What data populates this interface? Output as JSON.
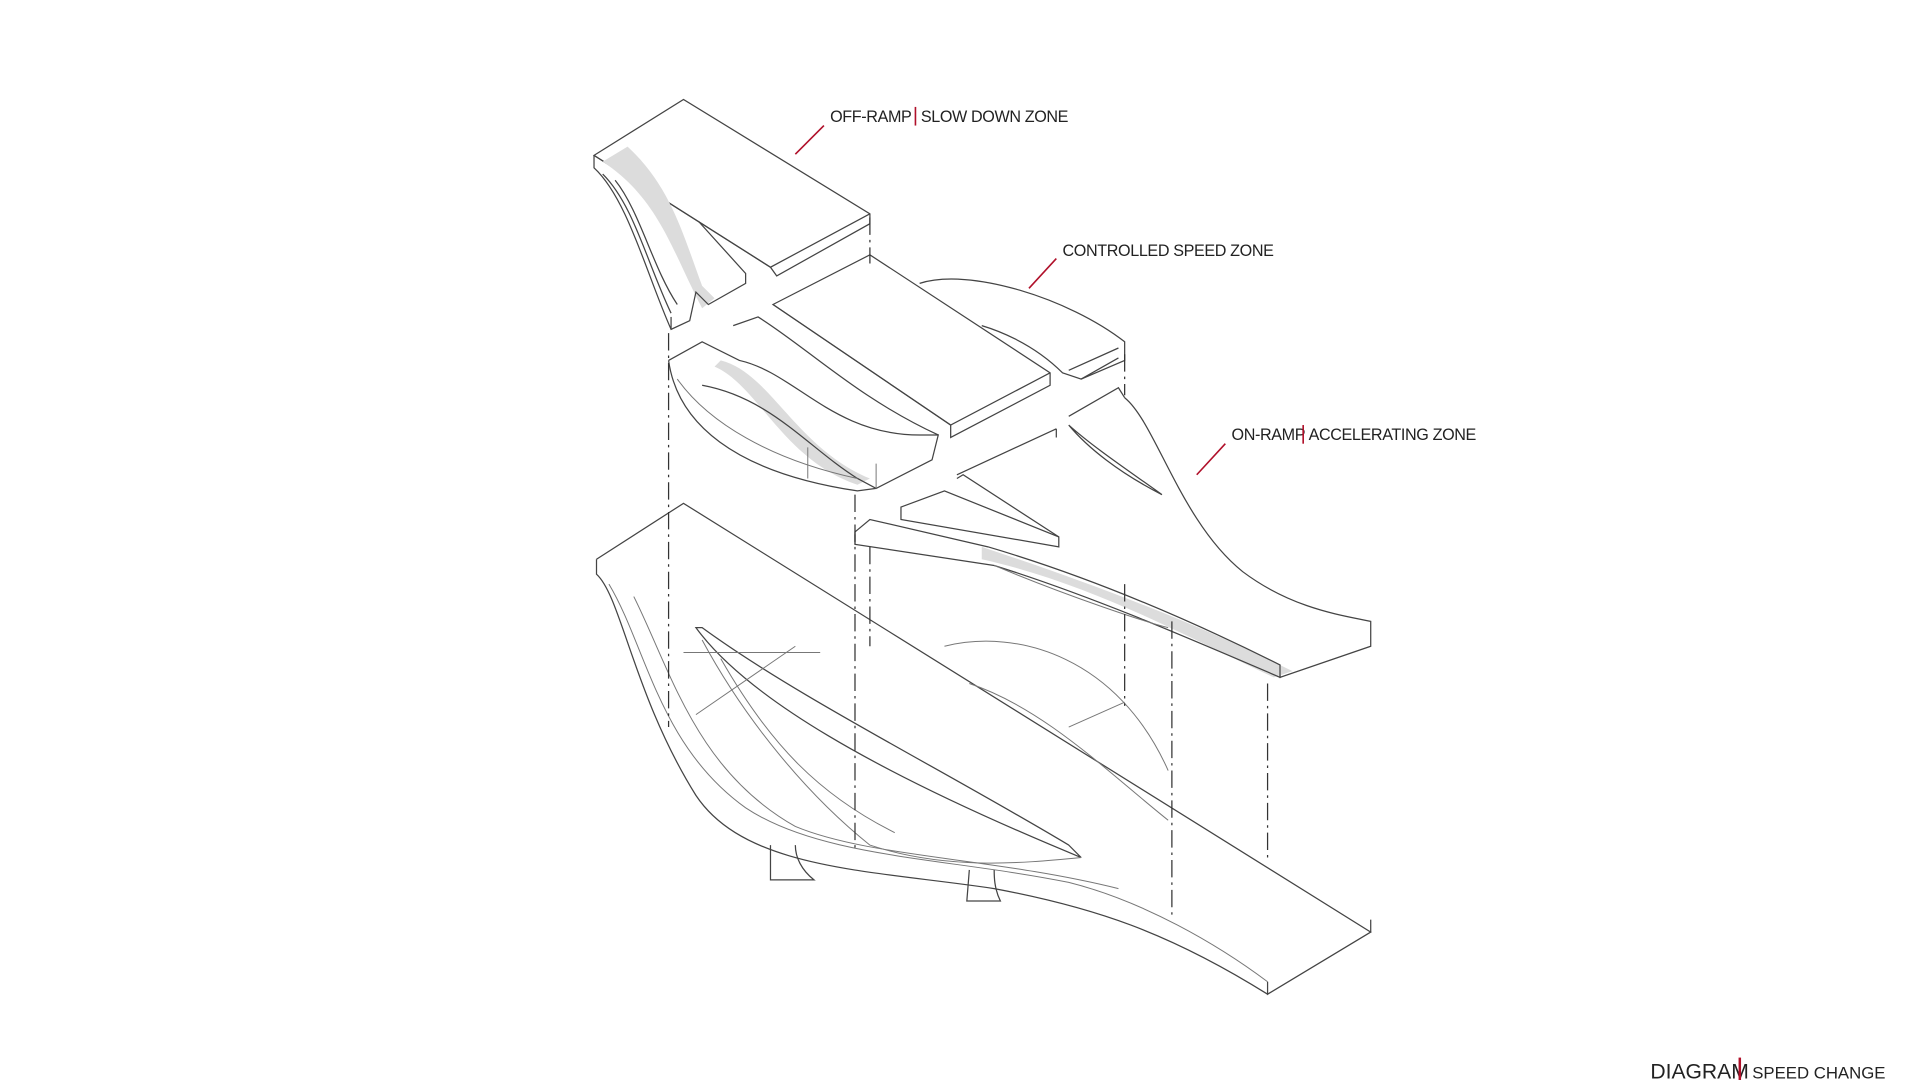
{
  "labels": {
    "off_ramp": {
      "left": "OFF-RAMP",
      "right": "SLOW DOWN ZONE"
    },
    "controlled": {
      "text": "CONTROLLED SPEED ZONE"
    },
    "on_ramp": {
      "left": "ON-RAMP",
      "right": "ACCELERATING ZONE"
    }
  },
  "caption": {
    "title": "DIAGRAM",
    "subtitle": "SPEED CHANGE"
  },
  "colors": {
    "accent": "#b0102a",
    "line": "#444444",
    "shade": "#dcdcdc"
  }
}
